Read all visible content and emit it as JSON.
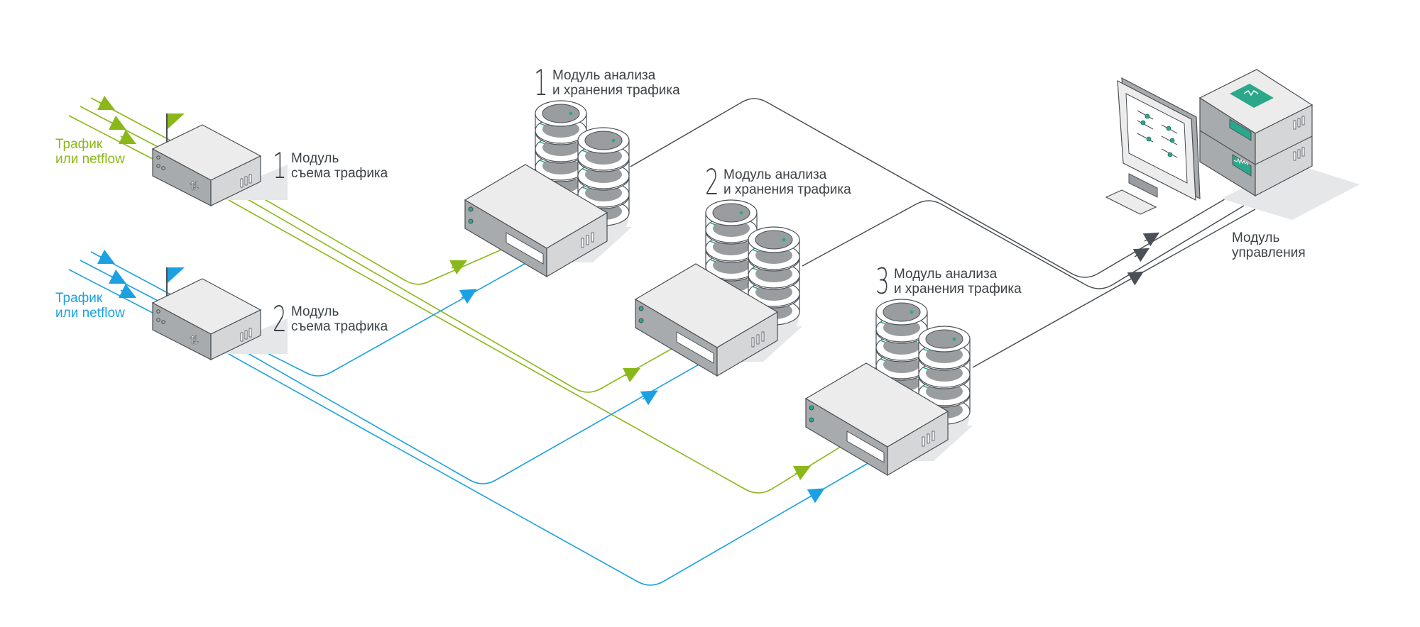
{
  "colors": {
    "green": "#8ab819",
    "blue": "#1ba1e2",
    "gray_line": "#4a5055",
    "teal": "#2ba88a",
    "text": "#3c4246",
    "device_top": "#ececec",
    "device_front": "#a8abad",
    "device_side": "#d4d6d7",
    "shadow": "#e6e7e8"
  },
  "sources": [
    {
      "id": "source-1",
      "label": "Трафик\nили netflow",
      "color": "green"
    },
    {
      "id": "source-2",
      "label": "Трафик\nили netflow",
      "color": "blue"
    }
  ],
  "collectors": [
    {
      "id": "collector-1",
      "number": "1",
      "label": "Модуль\nсъема трафика",
      "color": "green"
    },
    {
      "id": "collector-2",
      "number": "2",
      "label": "Модуль\nсъема трафика",
      "color": "blue"
    }
  ],
  "analyzers": [
    {
      "id": "analyzer-1",
      "number": "1",
      "label": "Модуль анализа\nи хранения трафика"
    },
    {
      "id": "analyzer-2",
      "number": "2",
      "label": "Модуль анализа\nи хранения трафика"
    },
    {
      "id": "analyzer-3",
      "number": "3",
      "label": "Модуль анализа\nи хранения трафика"
    }
  ],
  "management": {
    "label": "Модуль\nуправления"
  },
  "icons": {
    "flag": "flag-icon",
    "shield": "shield-pulse-icon",
    "arrows": "up-down-arrows-icon",
    "database": "database-disk-icon",
    "monitor": "monitor-icon",
    "keyboard": "keyboard-icon"
  },
  "connections": [
    {
      "from": "collector-1",
      "to": "analyzer-1",
      "color": "green"
    },
    {
      "from": "collector-1",
      "to": "analyzer-2",
      "color": "green"
    },
    {
      "from": "collector-1",
      "to": "analyzer-3",
      "color": "green"
    },
    {
      "from": "collector-2",
      "to": "analyzer-1",
      "color": "blue"
    },
    {
      "from": "collector-2",
      "to": "analyzer-2",
      "color": "blue"
    },
    {
      "from": "collector-2",
      "to": "analyzer-3",
      "color": "blue"
    },
    {
      "from": "analyzer-1",
      "to": "management",
      "color": "gray"
    },
    {
      "from": "analyzer-2",
      "to": "management",
      "color": "gray"
    },
    {
      "from": "analyzer-3",
      "to": "management",
      "color": "gray"
    }
  ]
}
